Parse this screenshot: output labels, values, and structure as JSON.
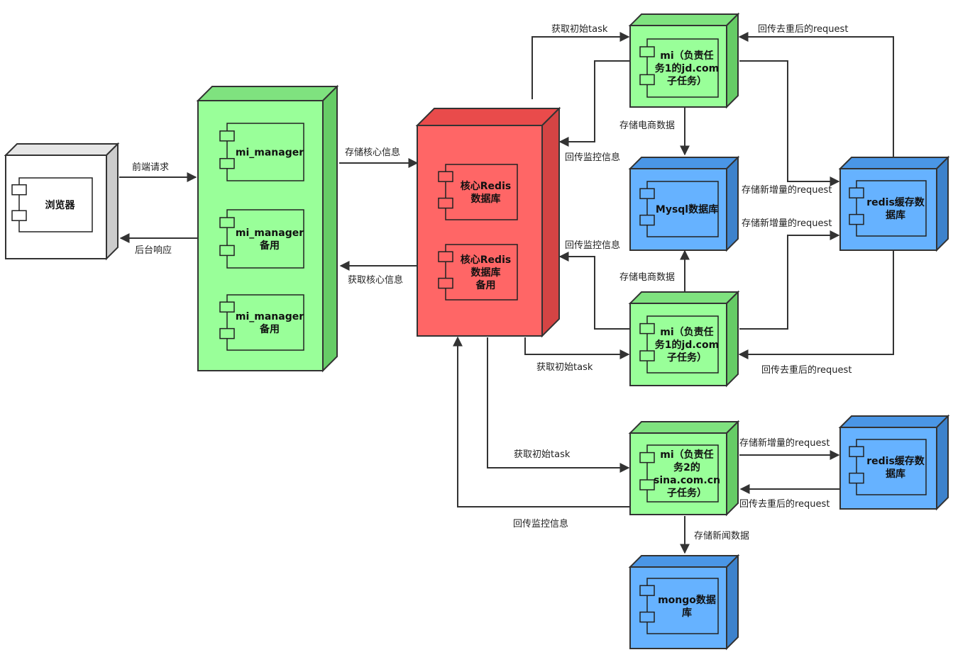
{
  "colors": {
    "green_front": "#99ff99",
    "green_top": "#7fe27f",
    "green_side": "#66cc66",
    "red_front": "#ff6666",
    "red_top": "#e94b4b",
    "red_side": "#d44444",
    "blue_front": "#66b2ff",
    "blue_top": "#4a96e6",
    "blue_side": "#3d82cc",
    "gray_front": "#ffffff",
    "gray_top": "#e6e6e6",
    "gray_side": "#cccccc"
  },
  "nodes": {
    "browser": {
      "label": [
        "浏览器"
      ]
    },
    "manager": {
      "label": [
        "mi_manager"
      ]
    },
    "manager_backup1": {
      "label": [
        "mi_manager",
        "备用"
      ]
    },
    "manager_backup2": {
      "label": [
        "mi_manager",
        "备用"
      ]
    },
    "redis_core": {
      "label": [
        "核心Redis",
        "数据库"
      ]
    },
    "redis_core_backup": {
      "label": [
        "核心Redis",
        "数据库",
        "备用"
      ]
    },
    "mi_jd_top": {
      "label": [
        "mi（负责任",
        "务1的jd.com",
        "子任务）"
      ]
    },
    "mysql": {
      "label": [
        "Mysql数据库"
      ]
    },
    "redis_cache1": {
      "label": [
        "redis缓存数",
        "据库"
      ]
    },
    "mi_jd_bottom": {
      "label": [
        "mi（负责任",
        "务1的jd.com",
        "子任务）"
      ]
    },
    "mi_sina": {
      "label": [
        "mi（负责任",
        "务2的",
        "sina.com.cn",
        "子任务）"
      ]
    },
    "redis_cache2": {
      "label": [
        "redis缓存数",
        "据库"
      ]
    },
    "mongo": {
      "label": [
        "mongo数据",
        "库"
      ]
    }
  },
  "edges": {
    "front_request": "前端请求",
    "backend_response": "后台响应",
    "store_core_info": "存储核心信息",
    "get_core_info": "获取核心信息",
    "get_task_top": "获取初始task",
    "return_monitor_top": "回传监控信息",
    "store_ecom_top": "存储电商数据",
    "return_dedup_top": "回传去重后的request",
    "store_new_req_top": "存储新增量的request",
    "store_new_req_bottom": "存储新增量的request",
    "return_monitor_mid": "回传监控信息",
    "store_ecom_bottom": "存储电商数据",
    "get_task_bottom": "获取初始task",
    "return_dedup_bottom": "回传去重后的request",
    "get_task_sina": "获取初始task",
    "return_monitor_sina": "回传监控信息",
    "store_new_req_sina": "存储新增量的request",
    "return_dedup_sina": "回传去重后的request",
    "store_news": "存储新闻数据"
  }
}
